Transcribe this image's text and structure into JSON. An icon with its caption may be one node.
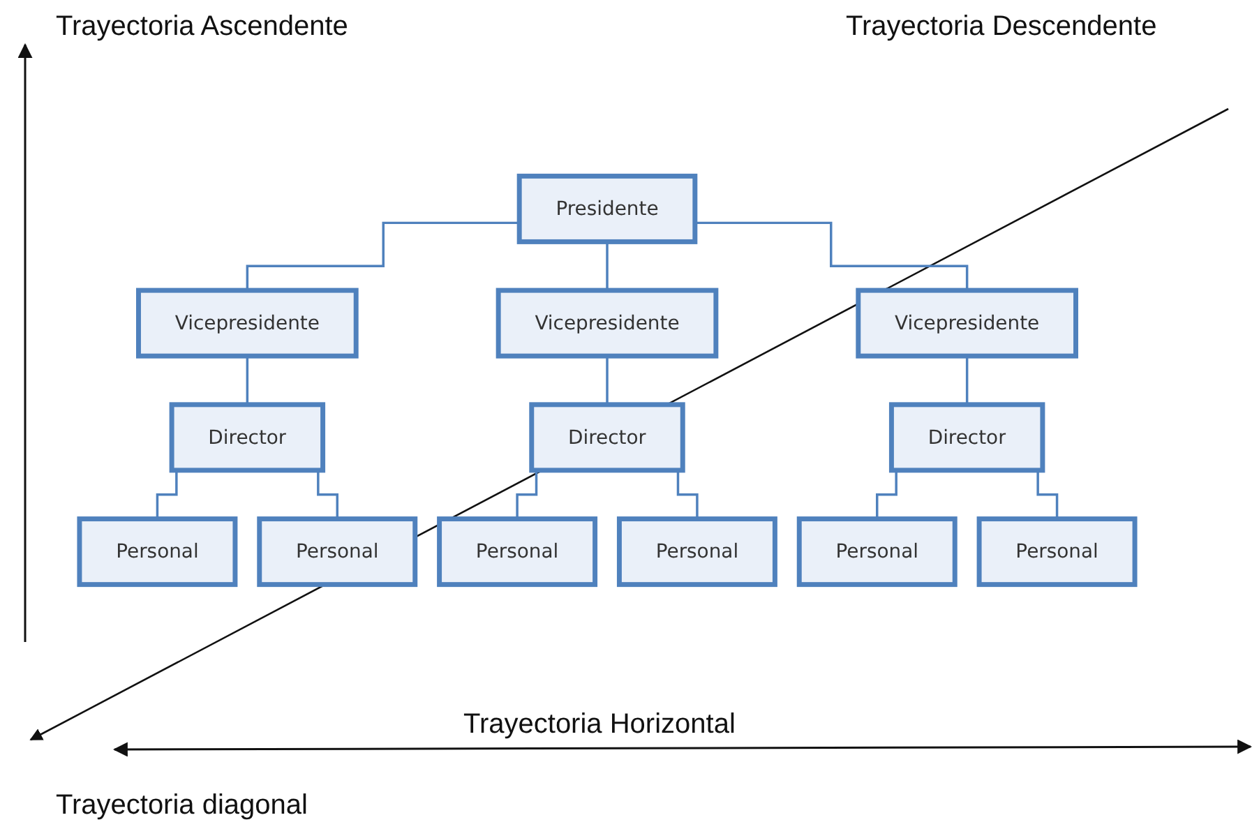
{
  "diagram": {
    "nodes": [
      {
        "text": [
          "Presidente"
        ]
      },
      {
        "text": [
          "Vicepresidente"
        ]
      },
      {
        "text": [
          "Vicepresidente"
        ]
      },
      {
        "text": [
          "Vicepresidente"
        ]
      },
      {
        "text": [
          "Director"
        ]
      },
      {
        "text": [
          "Director"
        ]
      },
      {
        "text": [
          "Director"
        ]
      },
      {
        "text": [
          "Personal"
        ]
      },
      {
        "text": [
          "Personal"
        ]
      },
      {
        "text": [
          "Personal"
        ]
      },
      {
        "text": [
          "Personal"
        ]
      },
      {
        "text": [
          "Personal"
        ]
      },
      {
        "text": [
          "Personal"
        ]
      }
    ],
    "edges": [
      {
        "from": 0,
        "to": 1,
        "arrow": "none"
      },
      {
        "from": 0,
        "to": 2,
        "arrow": "none"
      },
      {
        "from": 0,
        "to": 3,
        "arrow": "none"
      },
      {
        "from": 1,
        "to": 4,
        "arrow": "none"
      },
      {
        "from": 2,
        "to": 5,
        "arrow": "none"
      },
      {
        "from": 3,
        "to": 6,
        "arrow": "none"
      },
      {
        "from": 4,
        "to": 7,
        "arrow": "none"
      },
      {
        "from": 4,
        "to": 8,
        "arrow": "none"
      },
      {
        "from": 5,
        "to": 9,
        "arrow": "none"
      },
      {
        "from": 5,
        "to": 10,
        "arrow": "none"
      },
      {
        "from": 6,
        "to": 11,
        "arrow": "none"
      },
      {
        "from": 6,
        "to": 12,
        "arrow": "none"
      }
    ],
    "labels": [
      "Trayectoria Ascendente",
      "Trayectoria Descendente",
      "Trayectoria Horizontal",
      "Trayectoria diagonal"
    ]
  }
}
